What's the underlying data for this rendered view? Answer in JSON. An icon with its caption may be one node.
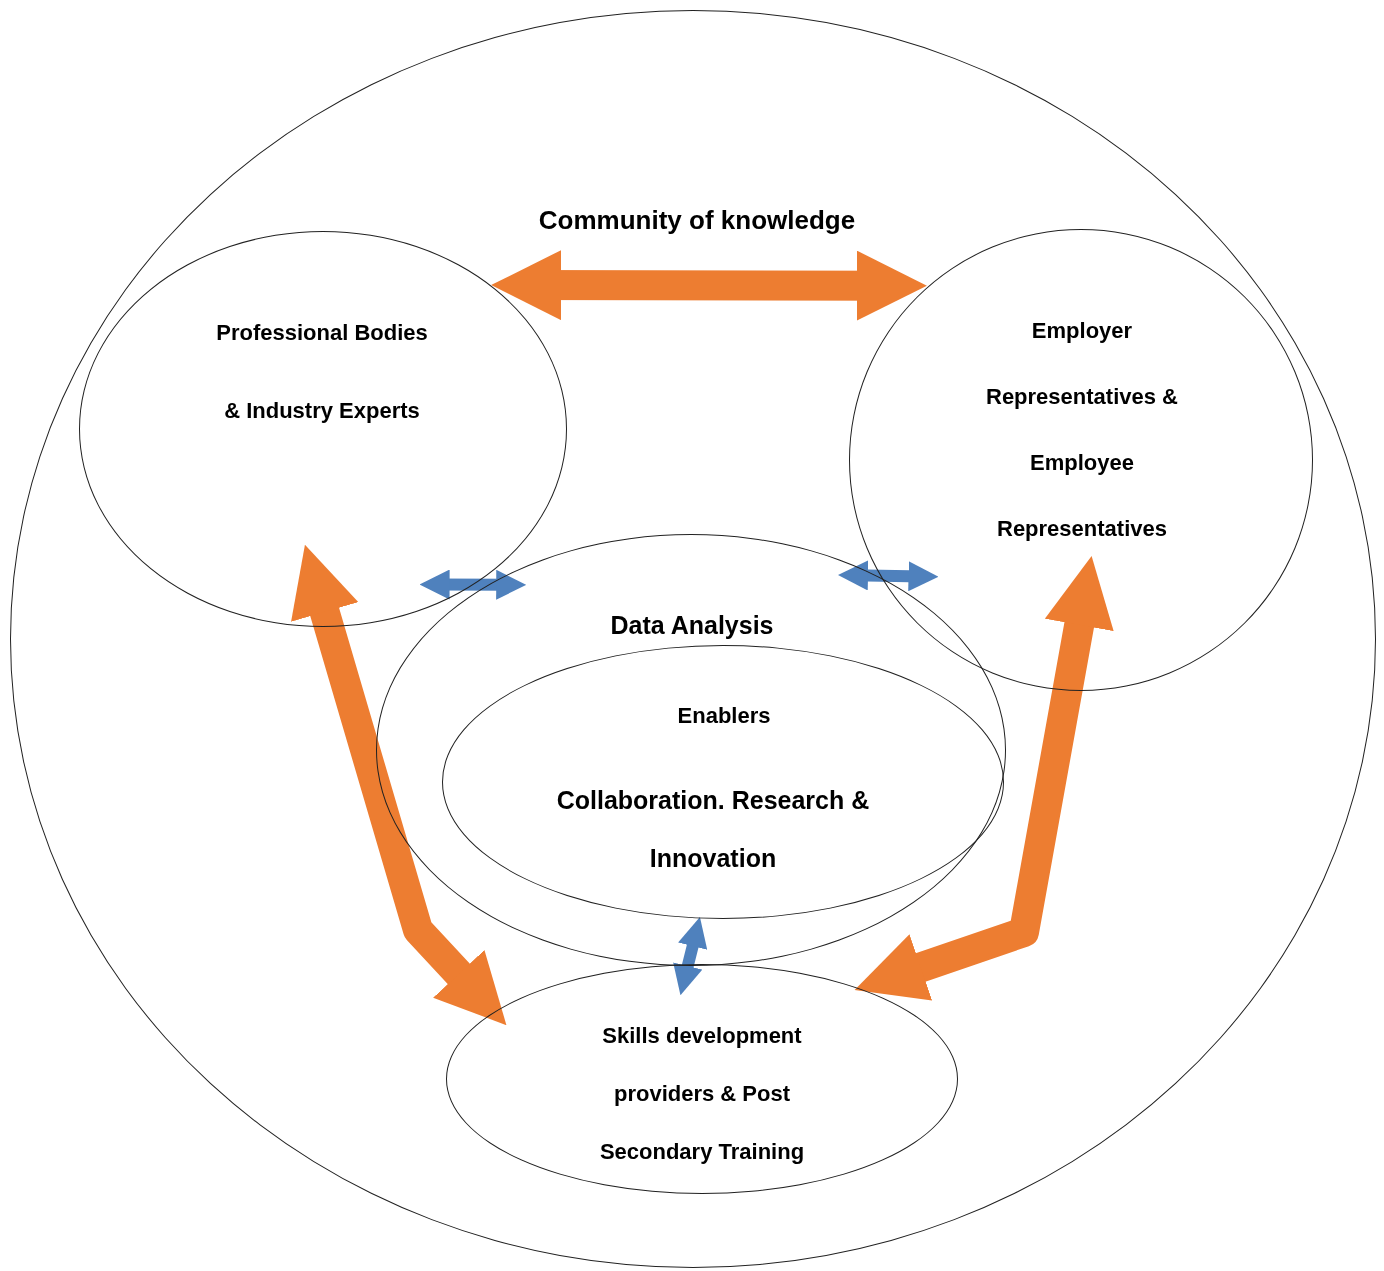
{
  "diagram": {
    "nodes": [
      {
        "text": [],
        "shape": "circle"
      },
      {
        "text": [
          "Professional Bodies & Industry Experts"
        ],
        "in": 0
      },
      {
        "text": [
          "Employer Representatives & Employee Representatives"
        ],
        "in": 0
      },
      {
        "text": [
          "Data Analysis"
        ],
        "in": 0
      },
      {
        "text": [
          "Enablers",
          "Collaboration. Research & Innovation"
        ],
        "in": 3
      },
      {
        "text": [
          "Skills development providers & Post Secondary Training"
        ],
        "in": 0
      }
    ],
    "edges": [
      {
        "from": 1,
        "to": 2,
        "arrow": "both",
        "label": "Community of knowledge",
        "style": "thick",
        "color": "#ed7d31"
      },
      {
        "from": 1,
        "to": 3,
        "arrow": "both",
        "color": "#4f81bd"
      },
      {
        "from": 3,
        "to": 2,
        "arrow": "both",
        "color": "#4f81bd"
      },
      {
        "from": 1,
        "to": 5,
        "arrow": "both",
        "style": "thick",
        "color": "#ed7d31"
      },
      {
        "from": 2,
        "to": 5,
        "arrow": "both",
        "style": "thick",
        "color": "#ed7d31"
      },
      {
        "from": 4,
        "to": 5,
        "arrow": "both",
        "color": "#4f81bd"
      }
    ]
  }
}
